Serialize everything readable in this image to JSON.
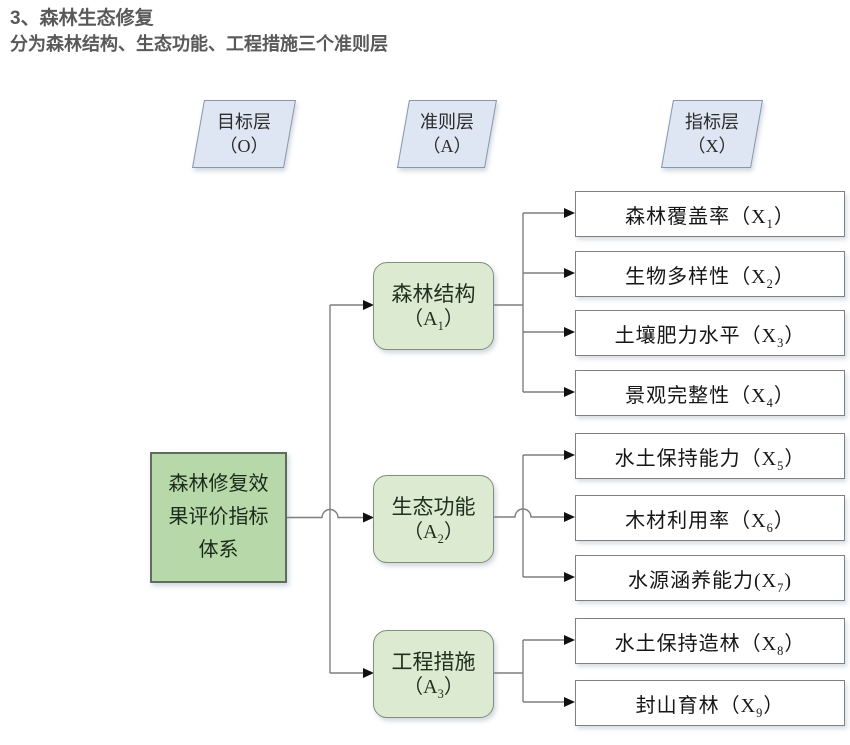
{
  "title": {
    "line1": "3、森林生态修复",
    "line2": "分为森林结构、生态功能、工程措施三个准则层"
  },
  "layers": [
    {
      "label": "目标层",
      "code": "（O）"
    },
    {
      "label": "准则层",
      "code": "（A）"
    },
    {
      "label": "指标层",
      "code": "（X）"
    }
  ],
  "goal": {
    "text": "森林修复效果评价指标体系"
  },
  "criteria": [
    {
      "name": "森林结构",
      "prefix": "（A",
      "sub": "1",
      "suffix": "）"
    },
    {
      "name": "生态功能",
      "prefix": "（A",
      "sub": "2",
      "suffix": "）"
    },
    {
      "name": "工程措施",
      "prefix": "（A",
      "sub": "3",
      "suffix": "）"
    }
  ],
  "indicators": [
    {
      "prefix": "森林覆盖率（X",
      "sub": "1",
      "suffix": "）"
    },
    {
      "prefix": "生物多样性（X",
      "sub": "2",
      "suffix": "）"
    },
    {
      "prefix": "土壤肥力水平（X",
      "sub": "3",
      "suffix": "）"
    },
    {
      "prefix": "景观完整性（X",
      "sub": "4",
      "suffix": "）"
    },
    {
      "prefix": "水土保持能力（X",
      "sub": "5",
      "suffix": "）"
    },
    {
      "prefix": "木材利用率（X",
      "sub": "6",
      "suffix": "）"
    },
    {
      "prefix": "水源涵养能力(X",
      "sub": "7",
      "suffix": ")"
    },
    {
      "prefix": "水土保持造林（X",
      "sub": "8",
      "suffix": "）"
    },
    {
      "prefix": "封山育林（X",
      "sub": "9",
      "suffix": "）"
    }
  ],
  "colors": {
    "goal_fill": "#b7d9a9",
    "criteria_fill": "#dcead2",
    "layer_header_fill": "#dde6f2",
    "indicator_fill": "#ffffff",
    "line_gray": "#7f7f7f",
    "arrow_black": "#111111",
    "title_text": "#595959"
  }
}
